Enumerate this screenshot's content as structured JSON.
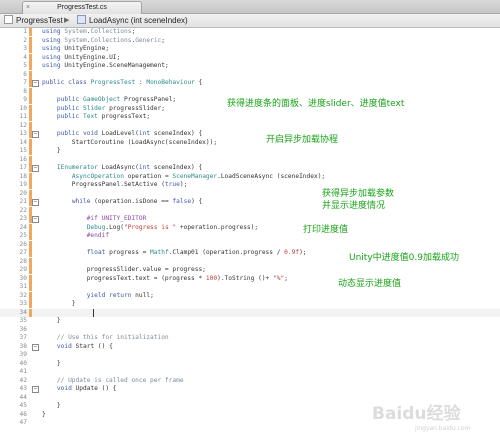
{
  "tab": {
    "title": "ProgressTest.cs",
    "close": "×"
  },
  "breadcrumb": {
    "class_name": "ProgressTest",
    "separator": "▶",
    "method": "LoadAsync (int sceneIndex)"
  },
  "lines": [
    {
      "n": "1",
      "t": "using System.Collections;",
      "f": "",
      "c": true
    },
    {
      "n": "2",
      "t": "using System.Collections.Generic;",
      "f": "",
      "c": true
    },
    {
      "n": "3",
      "t": "using UnityEngine;",
      "f": "",
      "c": true
    },
    {
      "n": "4",
      "t": "using UnityEngine.UI;",
      "f": "",
      "c": true
    },
    {
      "n": "5",
      "t": "using UnityEngine.SceneManagement;",
      "f": "",
      "c": true
    },
    {
      "n": "6",
      "t": "",
      "f": "",
      "c": true
    },
    {
      "n": "7",
      "t": "public class ProgressTest : MonoBehaviour {",
      "f": "−",
      "c": true
    },
    {
      "n": "8",
      "t": "",
      "f": "",
      "c": true
    },
    {
      "n": "9",
      "t": "    public GameObject ProgressPanel;",
      "f": "",
      "c": true
    },
    {
      "n": "10",
      "t": "    public Slider progressSlider;",
      "f": "",
      "c": true
    },
    {
      "n": "11",
      "t": "    public Text progressText;",
      "f": "",
      "c": true
    },
    {
      "n": "12",
      "t": "",
      "f": "",
      "c": true
    },
    {
      "n": "13",
      "t": "    public void LoadLevel(int sceneIndex) {",
      "f": "−",
      "c": true
    },
    {
      "n": "14",
      "t": "        StartCoroutine (LoadAsync(sceneIndex));",
      "f": "",
      "c": true
    },
    {
      "n": "15",
      "t": "    }",
      "f": "",
      "c": true
    },
    {
      "n": "16",
      "t": "",
      "f": "",
      "c": true
    },
    {
      "n": "17",
      "t": "    IEnumerator LoadAsync(int sceneIndex) {",
      "f": "−",
      "c": true
    },
    {
      "n": "18",
      "t": "        AsyncOperation operation = SceneManager.LoadSceneAsync (sceneIndex);",
      "f": "",
      "c": true
    },
    {
      "n": "19",
      "t": "        ProgressPanel.SetActive (true);",
      "f": "",
      "c": true
    },
    {
      "n": "20",
      "t": "",
      "f": "",
      "c": true
    },
    {
      "n": "21",
      "t": "        while (operation.isDone == false) {",
      "f": "−",
      "c": true
    },
    {
      "n": "22",
      "t": "",
      "f": "",
      "c": true
    },
    {
      "n": "23",
      "t": "            #if UNITY_EDITOR",
      "f": "−",
      "c": true
    },
    {
      "n": "24",
      "t": "            Debug.Log(\"Progress is \" +operation.progress);",
      "f": "",
      "c": true
    },
    {
      "n": "25",
      "t": "            #endif",
      "f": "",
      "c": true
    },
    {
      "n": "26",
      "t": "",
      "f": "",
      "c": true
    },
    {
      "n": "27",
      "t": "            float progress = Mathf.Clamp01 (operation.progress / 0.9f);",
      "f": "",
      "c": true
    },
    {
      "n": "28",
      "t": "",
      "f": "",
      "c": true
    },
    {
      "n": "29",
      "t": "            progressSlider.value = progress;",
      "f": "",
      "c": true
    },
    {
      "n": "30",
      "t": "            progressText.text = (progress * 100).ToString ()+ \"%\";",
      "f": "",
      "c": true
    },
    {
      "n": "31",
      "t": "",
      "f": "",
      "c": true
    },
    {
      "n": "32",
      "t": "            yield return null;",
      "f": "",
      "c": true
    },
    {
      "n": "33",
      "t": "        }",
      "f": "",
      "c": true
    },
    {
      "n": "34",
      "t": "",
      "f": "",
      "c": true
    },
    {
      "n": "35",
      "t": "    }",
      "f": "",
      "c": false
    },
    {
      "n": "36",
      "t": "",
      "f": "",
      "c": false
    },
    {
      "n": "37",
      "t": "    // Use this for initialization",
      "f": "",
      "c": false
    },
    {
      "n": "38",
      "t": "    void Start () {",
      "f": "−",
      "c": false
    },
    {
      "n": "39",
      "t": "",
      "f": "",
      "c": false
    },
    {
      "n": "40",
      "t": "    }",
      "f": "",
      "c": false
    },
    {
      "n": "41",
      "t": "",
      "f": "",
      "c": false
    },
    {
      "n": "42",
      "t": "    // Update is called once per frame",
      "f": "",
      "c": false
    },
    {
      "n": "43",
      "t": "    void Update () {",
      "f": "−",
      "c": false
    },
    {
      "n": "44",
      "t": "",
      "f": "",
      "c": false
    },
    {
      "n": "45",
      "t": "    }",
      "f": "",
      "c": false
    },
    {
      "n": "46",
      "t": "}",
      "f": "",
      "c": false
    },
    {
      "n": "47",
      "t": "",
      "f": "",
      "c": false
    }
  ],
  "annotations": {
    "a1": "获得进度条的面板、进度slider、进度值text",
    "a2": "开启异步加载协程",
    "a3": "获得异步加载参数",
    "a4": "并显示进度情况",
    "a5": "打印进度值",
    "a6": "Unity中进度值0.9加载成功",
    "a7": "动态显示进度值"
  },
  "watermark": {
    "logo": "Baidu经验",
    "url": "jingyan.baidu.com"
  },
  "colors": {
    "keyword": "#3c5aa8",
    "type": "#2e8a8a",
    "comment": "#7d8a99",
    "string": "#c23a3a",
    "number": "#c23a3a",
    "annotation": "#16a314",
    "change_marker": "#f2a85c"
  }
}
